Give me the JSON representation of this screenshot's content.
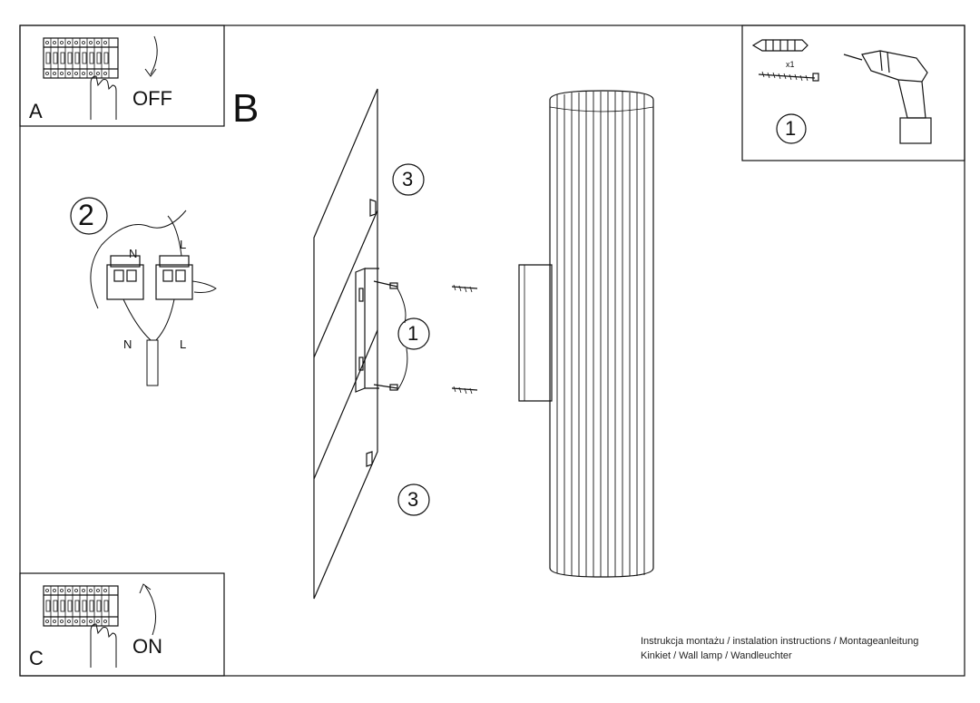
{
  "panels": {
    "A": {
      "letter": "A",
      "switch_label": "OFF"
    },
    "C": {
      "letter": "C",
      "switch_label": "ON"
    },
    "B": {
      "letter": "B"
    }
  },
  "tools": {
    "step": "1",
    "quantity": "x1"
  },
  "wiring": {
    "step": "2",
    "neutral_top": "N",
    "live_top": "L",
    "neutral_bottom": "N",
    "live_bottom": "L"
  },
  "mounting": {
    "step_top": "3",
    "step_screws": "1",
    "step_bottom": "3"
  },
  "footer": {
    "line1": "Instrukcja montażu / instalation instructions / Montageanleitung",
    "line2": "Kinkiet / Wall lamp / Wandleuchter"
  },
  "colors": {
    "ink": "#111111",
    "paper": "#ffffff"
  },
  "icons": [
    "breaker-panel-icon",
    "hand-icon",
    "curved-arrow-icon",
    "wall-plug-icon",
    "screw-icon",
    "drill-icon",
    "terminal-block-icon",
    "wall-lamp-icon",
    "mounting-bracket-icon"
  ]
}
